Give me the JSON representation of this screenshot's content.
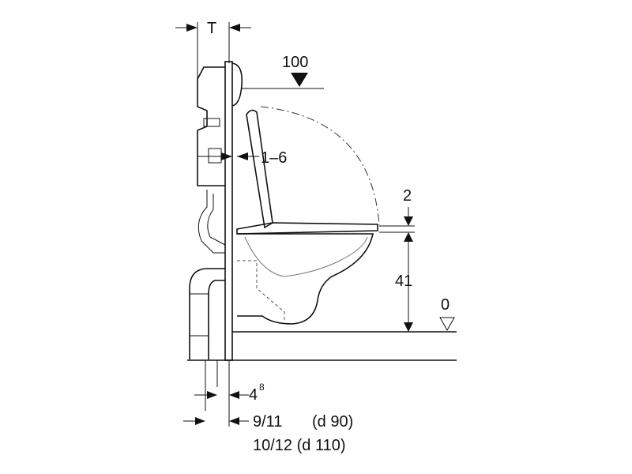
{
  "diagram": {
    "title": "Wall-hung WC installation frame dimensions",
    "labels": {
      "frame_depth": "T",
      "actuation_height": "100",
      "wall_cladding": "1–6",
      "seat_offset": "2",
      "seat_height": "41",
      "floor_level": "0",
      "frame_offset_base": "4",
      "frame_offset_sup": "8",
      "drain_offset_90": "9/11",
      "drain_d90": "(d 90)",
      "drain_offset_110": "10/12 (d 110)"
    }
  }
}
